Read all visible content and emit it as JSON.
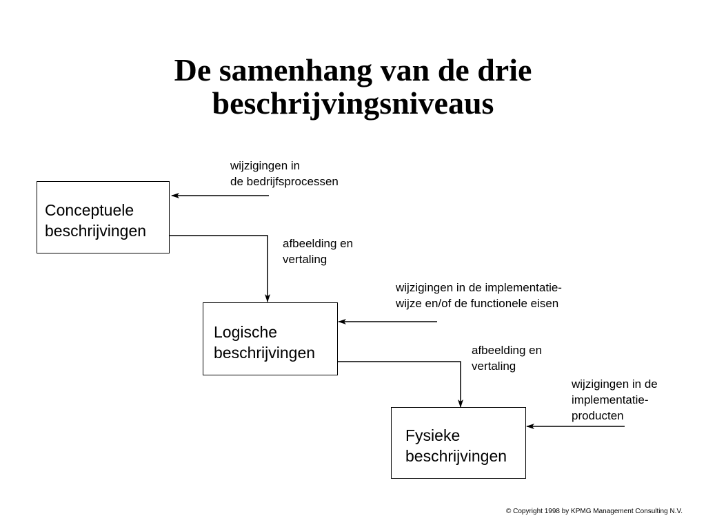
{
  "title": {
    "line1": "De samenhang van de drie",
    "line2": "beschrijvingsniveaus"
  },
  "boxes": {
    "conceptual": {
      "line1": "Conceptuele",
      "line2": "beschrijvingen"
    },
    "logical": {
      "line1": "Logische",
      "line2": "beschrijvingen"
    },
    "physical": {
      "line1": "Fysieke",
      "line2": "beschrijvingen"
    }
  },
  "inputs": {
    "business_changes": {
      "line1": "wijzigingen in",
      "line2": "de bedrijfsprocessen"
    },
    "implementation_changes": {
      "line1": "wijzigingen in de implementatie-",
      "line2": "wijze en/of de functionele eisen"
    },
    "product_changes": {
      "line1": "wijzigingen in de",
      "line2": "implementatie-",
      "line3": "producten"
    }
  },
  "transformations": {
    "first": {
      "line1": "afbeelding en",
      "line2": "vertaling"
    },
    "second": {
      "line1": "afbeelding en",
      "line2": "vertaling"
    }
  },
  "footer": {
    "copyright": "© Copyright 1998 by KPMG Management Consulting N.V."
  }
}
